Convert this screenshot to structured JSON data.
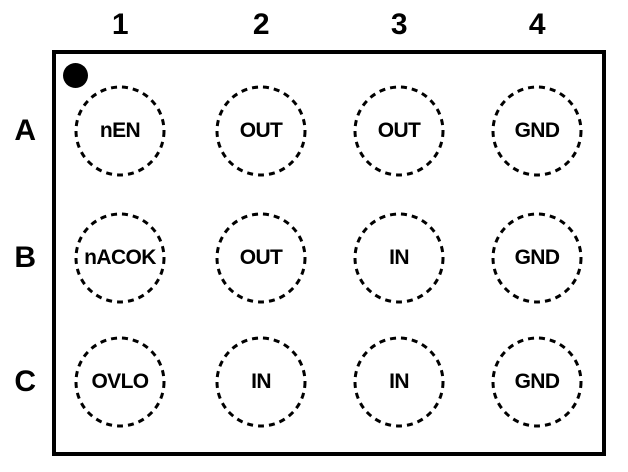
{
  "diagram": {
    "type": "bga-pinout",
    "package_outline": {
      "name": "package-body",
      "fill_color": "#FFFFFF",
      "border_color": "#000000"
    },
    "pin1_marker": {
      "name": "pin-1-dot",
      "shape": "filled-circle",
      "color": "#000000"
    },
    "column_headers": [
      "1",
      "2",
      "3",
      "4"
    ],
    "row_headers": [
      "A",
      "B",
      "C"
    ],
    "pad_style": {
      "stroke": "#000000",
      "stroke_dasharray": "6 5",
      "stroke_width": 3,
      "fill": "none"
    },
    "pads": [
      {
        "row": "A",
        "col": "1",
        "label": "nEN"
      },
      {
        "row": "A",
        "col": "2",
        "label": "OUT"
      },
      {
        "row": "A",
        "col": "3",
        "label": "OUT"
      },
      {
        "row": "A",
        "col": "4",
        "label": "GND"
      },
      {
        "row": "B",
        "col": "1",
        "label": "nACOK"
      },
      {
        "row": "B",
        "col": "2",
        "label": "OUT"
      },
      {
        "row": "B",
        "col": "3",
        "label": "IN"
      },
      {
        "row": "B",
        "col": "4",
        "label": "GND"
      },
      {
        "row": "C",
        "col": "1",
        "label": "OVLO"
      },
      {
        "row": "C",
        "col": "2",
        "label": "IN"
      },
      {
        "row": "C",
        "col": "3",
        "label": "IN"
      },
      {
        "row": "C",
        "col": "4",
        "label": "GND"
      }
    ]
  }
}
